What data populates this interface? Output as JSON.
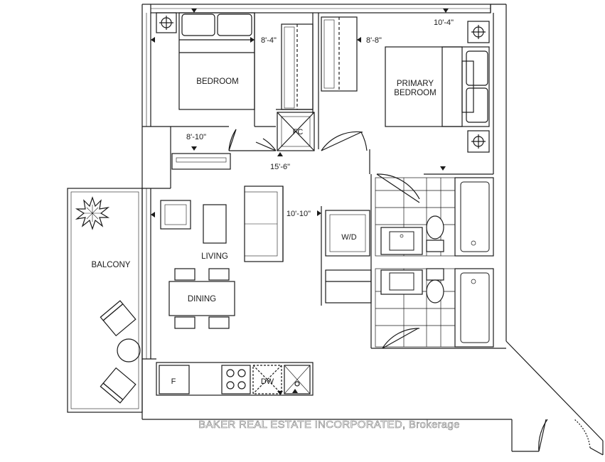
{
  "rooms": {
    "bedroom": "BEDROOM",
    "primary_line1": "PRIMARY",
    "primary_line2": "BEDROOM",
    "living": "LIVING",
    "dining": "DINING",
    "balcony": "BALCONY"
  },
  "fixtures": {
    "fc": "FC",
    "wd": "W/D",
    "dw": "DW",
    "fridge": "F"
  },
  "dimensions": {
    "bedroom_width": "8'-4\"",
    "closet_width": "8'-8\"",
    "primary_width": "10'-4\"",
    "hall_width": "8'-10\"",
    "living_depth": "15'-6\"",
    "living_width": "10'-10\""
  },
  "watermark": "BAKER REAL ESTATE INCORPORATED, Brokerage"
}
